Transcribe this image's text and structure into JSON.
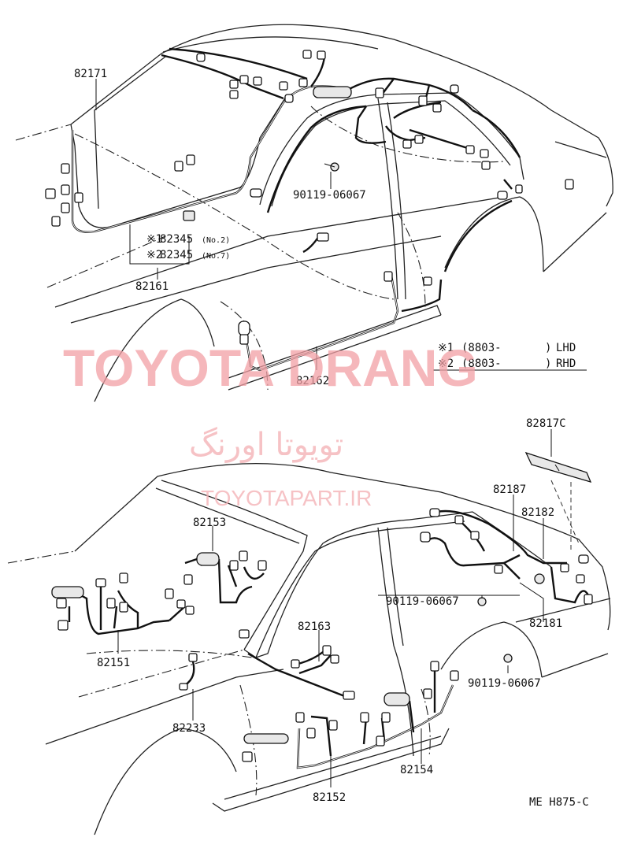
{
  "upper_diagram": {
    "labels": {
      "p82171": "82171",
      "p90119_a": "90119-06067",
      "p82345_1_mark": "※1",
      "p82345_1": "82345",
      "p82345_1_note": "(No.2)",
      "p82345_2_mark": "※2",
      "p82345_2": "82345",
      "p82345_2_note": "(No.7)",
      "p82161": "82161",
      "p82162": "82162"
    },
    "legend": [
      {
        "mark": "※1",
        "text": "(8803-",
        "close": ")",
        "region": "LHD"
      },
      {
        "mark": "※2",
        "text": "(8803-",
        "close": ")",
        "region": "RHD"
      }
    ]
  },
  "lower_diagram": {
    "labels": {
      "p82817C": "82817C",
      "p82187": "82187",
      "p82182": "82182",
      "p82153": "82153",
      "p90119_b": "90119-06067",
      "p82163": "82163",
      "p82181": "82181",
      "p82151": "82151",
      "p90119_c": "90119-06067",
      "p82233": "82233",
      "p82154": "82154",
      "p82152": "82152"
    }
  },
  "watermark": {
    "brand": "TOYOTA DRANG",
    "persian": "تویوتا اورنگ",
    "url": "TOYOTAPART.IR"
  },
  "footer": {
    "code": "ME H875-C"
  }
}
